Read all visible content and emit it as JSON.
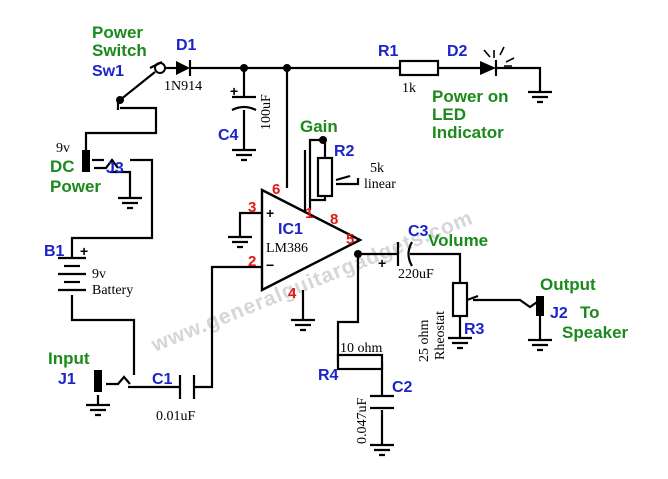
{
  "watermark": "www.generalguitargadgets.com",
  "components": {
    "sw1": {
      "line1": "Power",
      "line2": "Switch",
      "ref": "Sw1"
    },
    "d1": {
      "ref": "D1",
      "value": "1N914"
    },
    "c4": {
      "ref": "C4",
      "value": "100uF"
    },
    "r1": {
      "ref": "R1",
      "value": "1k"
    },
    "d2": {
      "ref": "D2",
      "line1": "Power on",
      "line2": "LED",
      "line3": "Indicator"
    },
    "gain": {
      "label": "Gain"
    },
    "r2": {
      "ref": "R2",
      "value_line1": "5k",
      "value_line2": "linear"
    },
    "ic1": {
      "ref": "IC1",
      "part": "LM386"
    },
    "pins": {
      "p6": "6",
      "p1": "1",
      "p8": "8",
      "p3": "3",
      "p2": "2",
      "p5": "5",
      "p4": "4"
    },
    "j3": {
      "ref": "J3",
      "voltage": "9v",
      "line1": "DC",
      "line2": "Power"
    },
    "b1": {
      "ref": "B1",
      "value_line1": "9v",
      "value_line2": "Battery"
    },
    "c3": {
      "ref": "C3",
      "value": "220uF"
    },
    "volume": {
      "label": "Volume"
    },
    "r3": {
      "ref": "R3",
      "value_line1": "25 ohm",
      "value_line2": "Rheostat"
    },
    "output": {
      "label": "Output",
      "ref": "J2",
      "line1": "To",
      "line2": "Speaker"
    },
    "input": {
      "label": "Input",
      "ref": "J1"
    },
    "c1": {
      "ref": "C1",
      "value": "0.01uF"
    },
    "r4": {
      "ref": "R4",
      "value": "10 ohm"
    },
    "c2": {
      "ref": "C2",
      "value": "0.047uF"
    },
    "plus": "+",
    "minus": "−"
  },
  "colors": {
    "ref": "#1a24c8",
    "label": "#1b8a1b",
    "pin": "#e01818",
    "watermark": "#d6d6d6"
  }
}
